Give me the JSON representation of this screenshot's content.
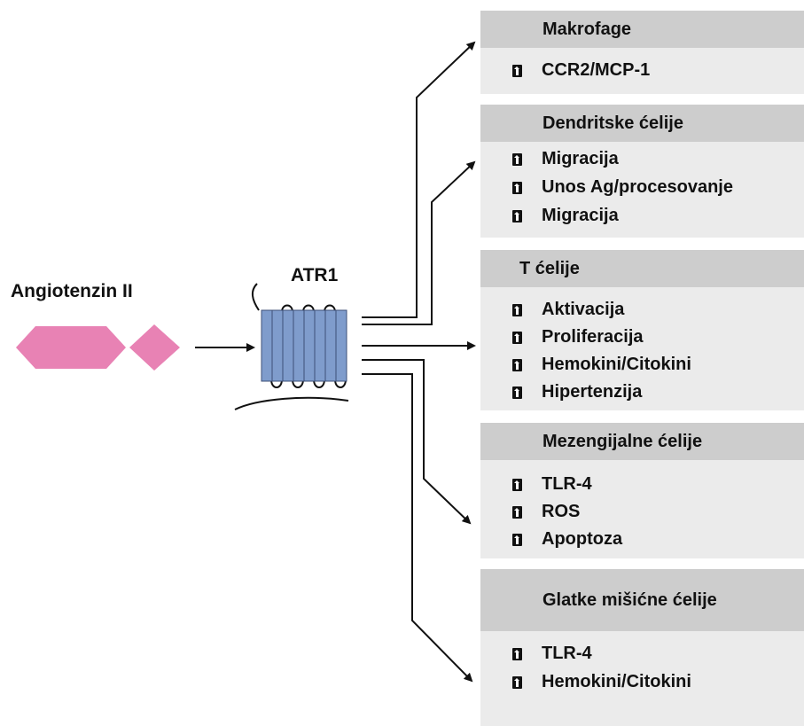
{
  "ligand": {
    "label": "Angiotenzin II",
    "color": "#e882b4"
  },
  "receptor": {
    "label": "ATR1",
    "color": "#7f9ccc"
  },
  "targets": [
    {
      "title": "Makrofage",
      "items": [
        "CCR2/MCP-1"
      ]
    },
    {
      "title": "Dendritske ćelije",
      "items": [
        "Migracija",
        "Unos Ag/procesovanje",
        "Migracija"
      ]
    },
    {
      "title": "T ćelije",
      "items": [
        "Aktivacija",
        "Proliferacija",
        "Hemokini/Citokini",
        "Hipertenzija"
      ]
    },
    {
      "title": "Mezengijalne ćelije",
      "items": [
        "TLR-4",
        "ROS",
        "Apoptoza"
      ]
    },
    {
      "title": "Glatke mišićne ćelije",
      "items": [
        "TLR-4",
        "Hemokini/Citokini"
      ]
    }
  ],
  "item_icon": "up-arrow-icon"
}
